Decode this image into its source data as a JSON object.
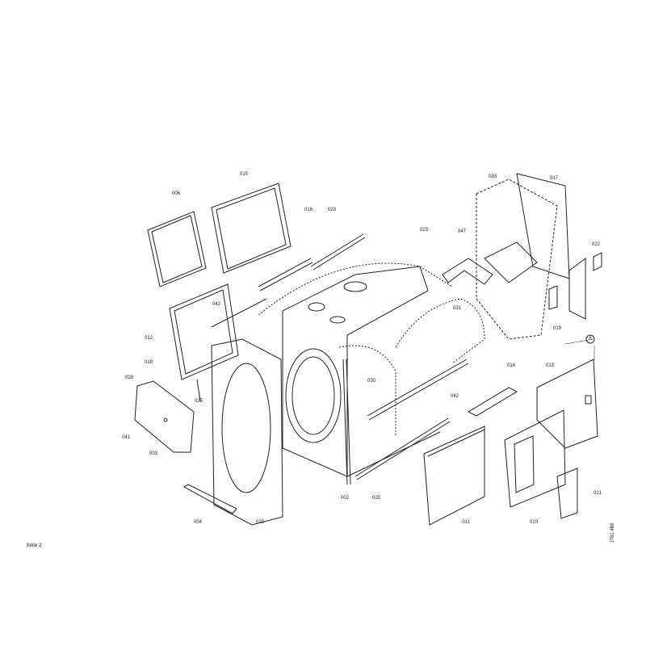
{
  "footer": {
    "page_label": "Seite 2",
    "drawing_number": "J781 469"
  },
  "parts": {
    "p006": "006",
    "p015": "015",
    "p016": "016",
    "p023a": "023",
    "p023b": "023",
    "p047": "047",
    "p033": "033",
    "p017": "017",
    "p022": "022",
    "p012": "012",
    "p042a": "042",
    "p018": "018",
    "p025a": "025",
    "p029": "029",
    "p041": "041",
    "p003": "003",
    "p004": "004",
    "p032": "032",
    "p030": "030",
    "p031": "031",
    "p042b": "042",
    "p002": "002",
    "p025b": "025",
    "p014": "014",
    "p013": "013",
    "pA": "A",
    "p011": "011",
    "p010": "010",
    "p021": "021",
    "p019": "019"
  }
}
